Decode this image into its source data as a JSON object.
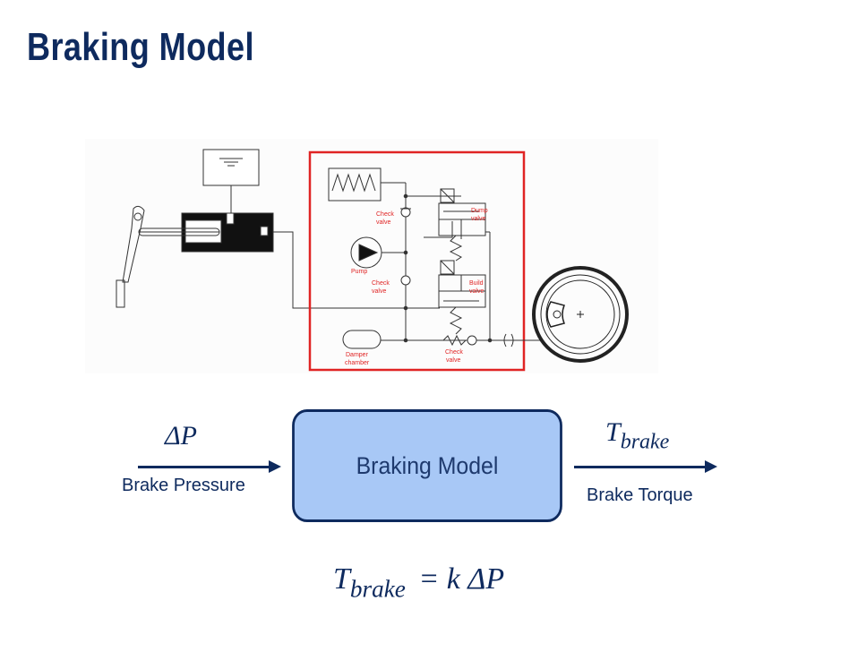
{
  "title": "Braking Model",
  "schematic": {
    "labels": {
      "check_valve_top": [
        "Check",
        "valve"
      ],
      "dump_valve": [
        "Dump",
        "valve"
      ],
      "pump": "Pump",
      "check_valve_mid": [
        "Check",
        "valve"
      ],
      "build_valve": [
        "Build",
        "valve"
      ],
      "damper_chamber": [
        "Damper",
        "chamber"
      ],
      "check_valve_bottom": [
        "Check",
        "valve"
      ]
    }
  },
  "block": {
    "input_symbol": "ΔP",
    "input_label": "Brake Pressure",
    "box_label": "Braking Model",
    "output_symbol_main": "T",
    "output_symbol_sub": "brake",
    "output_label": "Brake Torque"
  },
  "equation": {
    "lhs_main": "T",
    "lhs_sub": "brake",
    "rhs": "= k ΔP"
  },
  "colors": {
    "navy": "#0e2a5e",
    "box_fill": "#a8c8f6",
    "highlight_red": "#e02424"
  }
}
